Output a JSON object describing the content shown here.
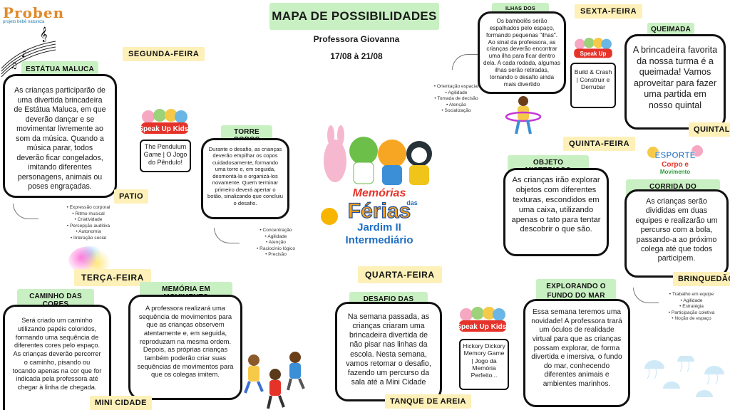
{
  "header": {
    "logo": "Proben",
    "logo_sub": "projeto bebê natureza",
    "title": "MAPA DE POSSIBILIDADES",
    "teacher": "Professora Giovanna",
    "dates": "17/08 à 21/08"
  },
  "colors": {
    "tag_green": "#c9f0c3",
    "day_yellow": "#fdf0b8",
    "border": "#111111"
  },
  "center_logo": {
    "line1": "Memórias",
    "line2": "das",
    "line3": "Férias",
    "line4": "Jardim II",
    "line5": "Intermediário"
  },
  "speakup": {
    "line1": "Speak Up",
    "line2": "Kids!"
  },
  "esporte": {
    "line1": "ESPORTE",
    "line2": "Corpo e",
    "line3": "Movimento"
  },
  "segunda": {
    "day": "SEGUNDA-FEIRA",
    "estatua": {
      "title": "ESTÁTUA MALUCA",
      "text": "As crianças participarão de uma divertida brincadeira de Estátua Maluca, em que deverão dançar e se movimentar livremente ao som da música. Quando a música parar, todos deverão ficar congelados, imitando diferentes personagens, animais ou poses engraçadas.",
      "place": "PATIO",
      "skills": [
        "Expressão corporal",
        "Ritmo musical",
        "Criatividade",
        "Percepção auditiva",
        "Autonomia",
        "Interação social"
      ]
    },
    "pendulum": "The Pendulum Game | O Jogo do Pêndulo!",
    "torre": {
      "title": "TORRE COPOS",
      "text": "Durante o desafio, as crianças deverão empilhar os copos cuidadosamente, formando uma torre e, em seguida, desmontá-la e organizá-los novamente. Quem terminar primeiro deverá apertar o botão, sinalizando que concluiu o desafio.",
      "skills": [
        "Concentração",
        "Agilidade",
        "Atenção",
        "Raciocínio lógico",
        "Precisão"
      ]
    }
  },
  "terca": {
    "day": "TERÇA-FEIRA",
    "caminho": {
      "title": "CAMINHO DAS CORES",
      "text": "Será criado um caminho utilizando papéis coloridos, formando uma sequência de diferentes cores pelo espaço. As crianças deverão percorrer o caminho, pisando ou tocando apenas na cor que for indicada pela professora até chegar à linha de chegada."
    },
    "memoria": {
      "title": "MEMÓRIA EM MOVIMENTO",
      "text": "A professora realizará uma sequência de movimentos para que as crianças observem atentamente e, em seguida, reproduzam na mesma ordem. Depois, as próprias crianças também poderão criar suas sequências de movimentos para que os colegas imitem."
    },
    "place": "MINI CIDADE"
  },
  "quarta": {
    "day": "QUARTA-FEIRA",
    "desafio": {
      "title": "DESAFIO DAS LINHAS",
      "text": "Na semana passada, as crianças criaram uma brincadeira divertida de não pisar nas linhas da escola. Nesta semana, vamos retomar o desafio, fazendo um percurso da sala até a Mini Cidade",
      "place": "TANQUE DE AREIA"
    },
    "hickory": "Hickory Dickory Memory Game | Jogo da Memória Perfeito...",
    "fundo": {
      "title": "EXPLORANDO O FUNDO DO MAR",
      "text": "Essa semana teremos uma novidade! A professora trará um óculos de realidade virtual para que as crianças possam explorar, de forma divertida e imersiva, o fundo do mar, conhecendo diferentes animais e ambientes marinhos."
    }
  },
  "quinta": {
    "day": "QUINTA-FEIRA",
    "objeto": {
      "title": "OBJETO MISTERIOSO",
      "text": "As crianças irão explorar objetos com diferentes texturas, escondidos em uma caixa, utilizando apenas o tato para tentar descobrir o que são."
    },
    "corrida": {
      "title": "CORRIDA DO REVEZAMENTO",
      "text": "As crianças serão divididas em duas equipes e realizarão um percurso com a bola, passando-a ao próximo colega até que todos participem.",
      "place": "BRINQUEDÃO",
      "skills": [
        "Trabalho em equipe",
        "Agilidade",
        "Estratégia",
        "Participação coletiva",
        "Noção de espaço"
      ]
    }
  },
  "sexta": {
    "day": "SEXTA-FEIRA",
    "ilhas": {
      "title": "ILHAS DOS BAMBOLÊS",
      "text": "Os bambolês serão espalhados pelo espaço, formando pequenas \"ilhas\". Ao sinal da professora, as crianças deverão encontrar uma ilha para ficar dentro dela. A cada rodada, algumas ilhas serão retiradas, tornando o desafio ainda mais divertido",
      "skills": [
        "Orientação espacial",
        "Agilidade",
        "Tomada de decisão",
        "Atenção",
        "Socialização"
      ]
    },
    "build": "Build & Crash | Construir e Derrubar",
    "queimada": {
      "title": "QUEIMADA",
      "text": "A brincadeira favorita da nossa turma é a queimada! Vamos aproveitar para fazer uma partida em nosso quintal",
      "place": "QUINTAL"
    }
  }
}
